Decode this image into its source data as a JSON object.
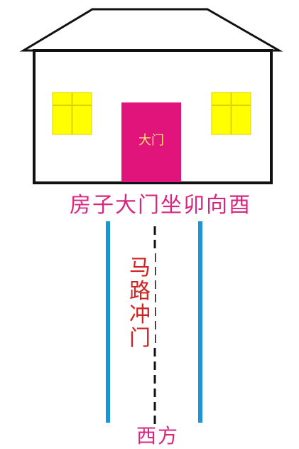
{
  "door_label": "大门",
  "caption": "房子大门坐卯向酉",
  "road_label_chars": [
    "马",
    "路",
    "冲",
    "门"
  ],
  "direction_label": "西方",
  "colors": {
    "outline": "#111111",
    "wall": "#ffffff",
    "window": "#ffff00",
    "window_bars": "#e0d000",
    "door": "#e0147a",
    "door_text": "#ffe96a",
    "caption_text": "#d8267f",
    "road_edge": "#1896d6",
    "road_center": "#111111",
    "road_label": "#d0231f",
    "direction_text": "#d8267f"
  }
}
